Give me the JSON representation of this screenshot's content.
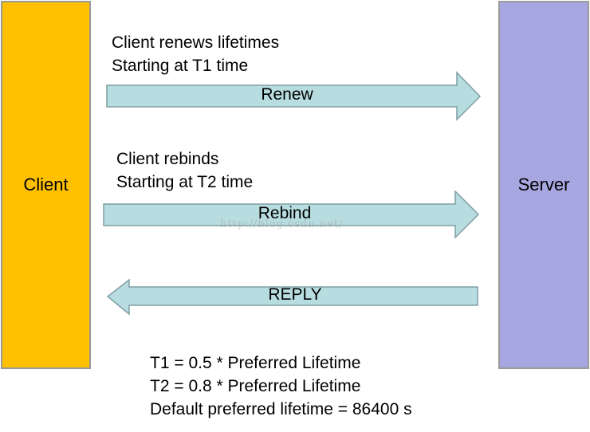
{
  "colors": {
    "client_fill": "#ffc000",
    "server_fill": "#a6a6e0",
    "arrow_fill": "#b8dde1",
    "arrow_stroke": "#7f9fa4",
    "box_border": "#9a9a9a"
  },
  "client": {
    "label": "Client"
  },
  "server": {
    "label": "Server"
  },
  "renew": {
    "caption_line1": "Client renews lifetimes",
    "caption_line2": "Starting at T1 time",
    "arrow_label": "Renew",
    "direction": "client-to-server"
  },
  "rebind": {
    "caption_line1": "Client rebinds",
    "caption_line2": "Starting at T2 time",
    "arrow_label": "Rebind",
    "direction": "client-to-server"
  },
  "reply": {
    "arrow_label": "REPLY",
    "direction": "server-to-client"
  },
  "formulas": {
    "line1": "T1 = 0.5 * Preferred Lifetime",
    "line2": "T2 = 0.8 * Preferred Lifetime",
    "line3": "Default preferred lifetime = 86400 s"
  },
  "watermark": "http://blog.csdn.net/"
}
